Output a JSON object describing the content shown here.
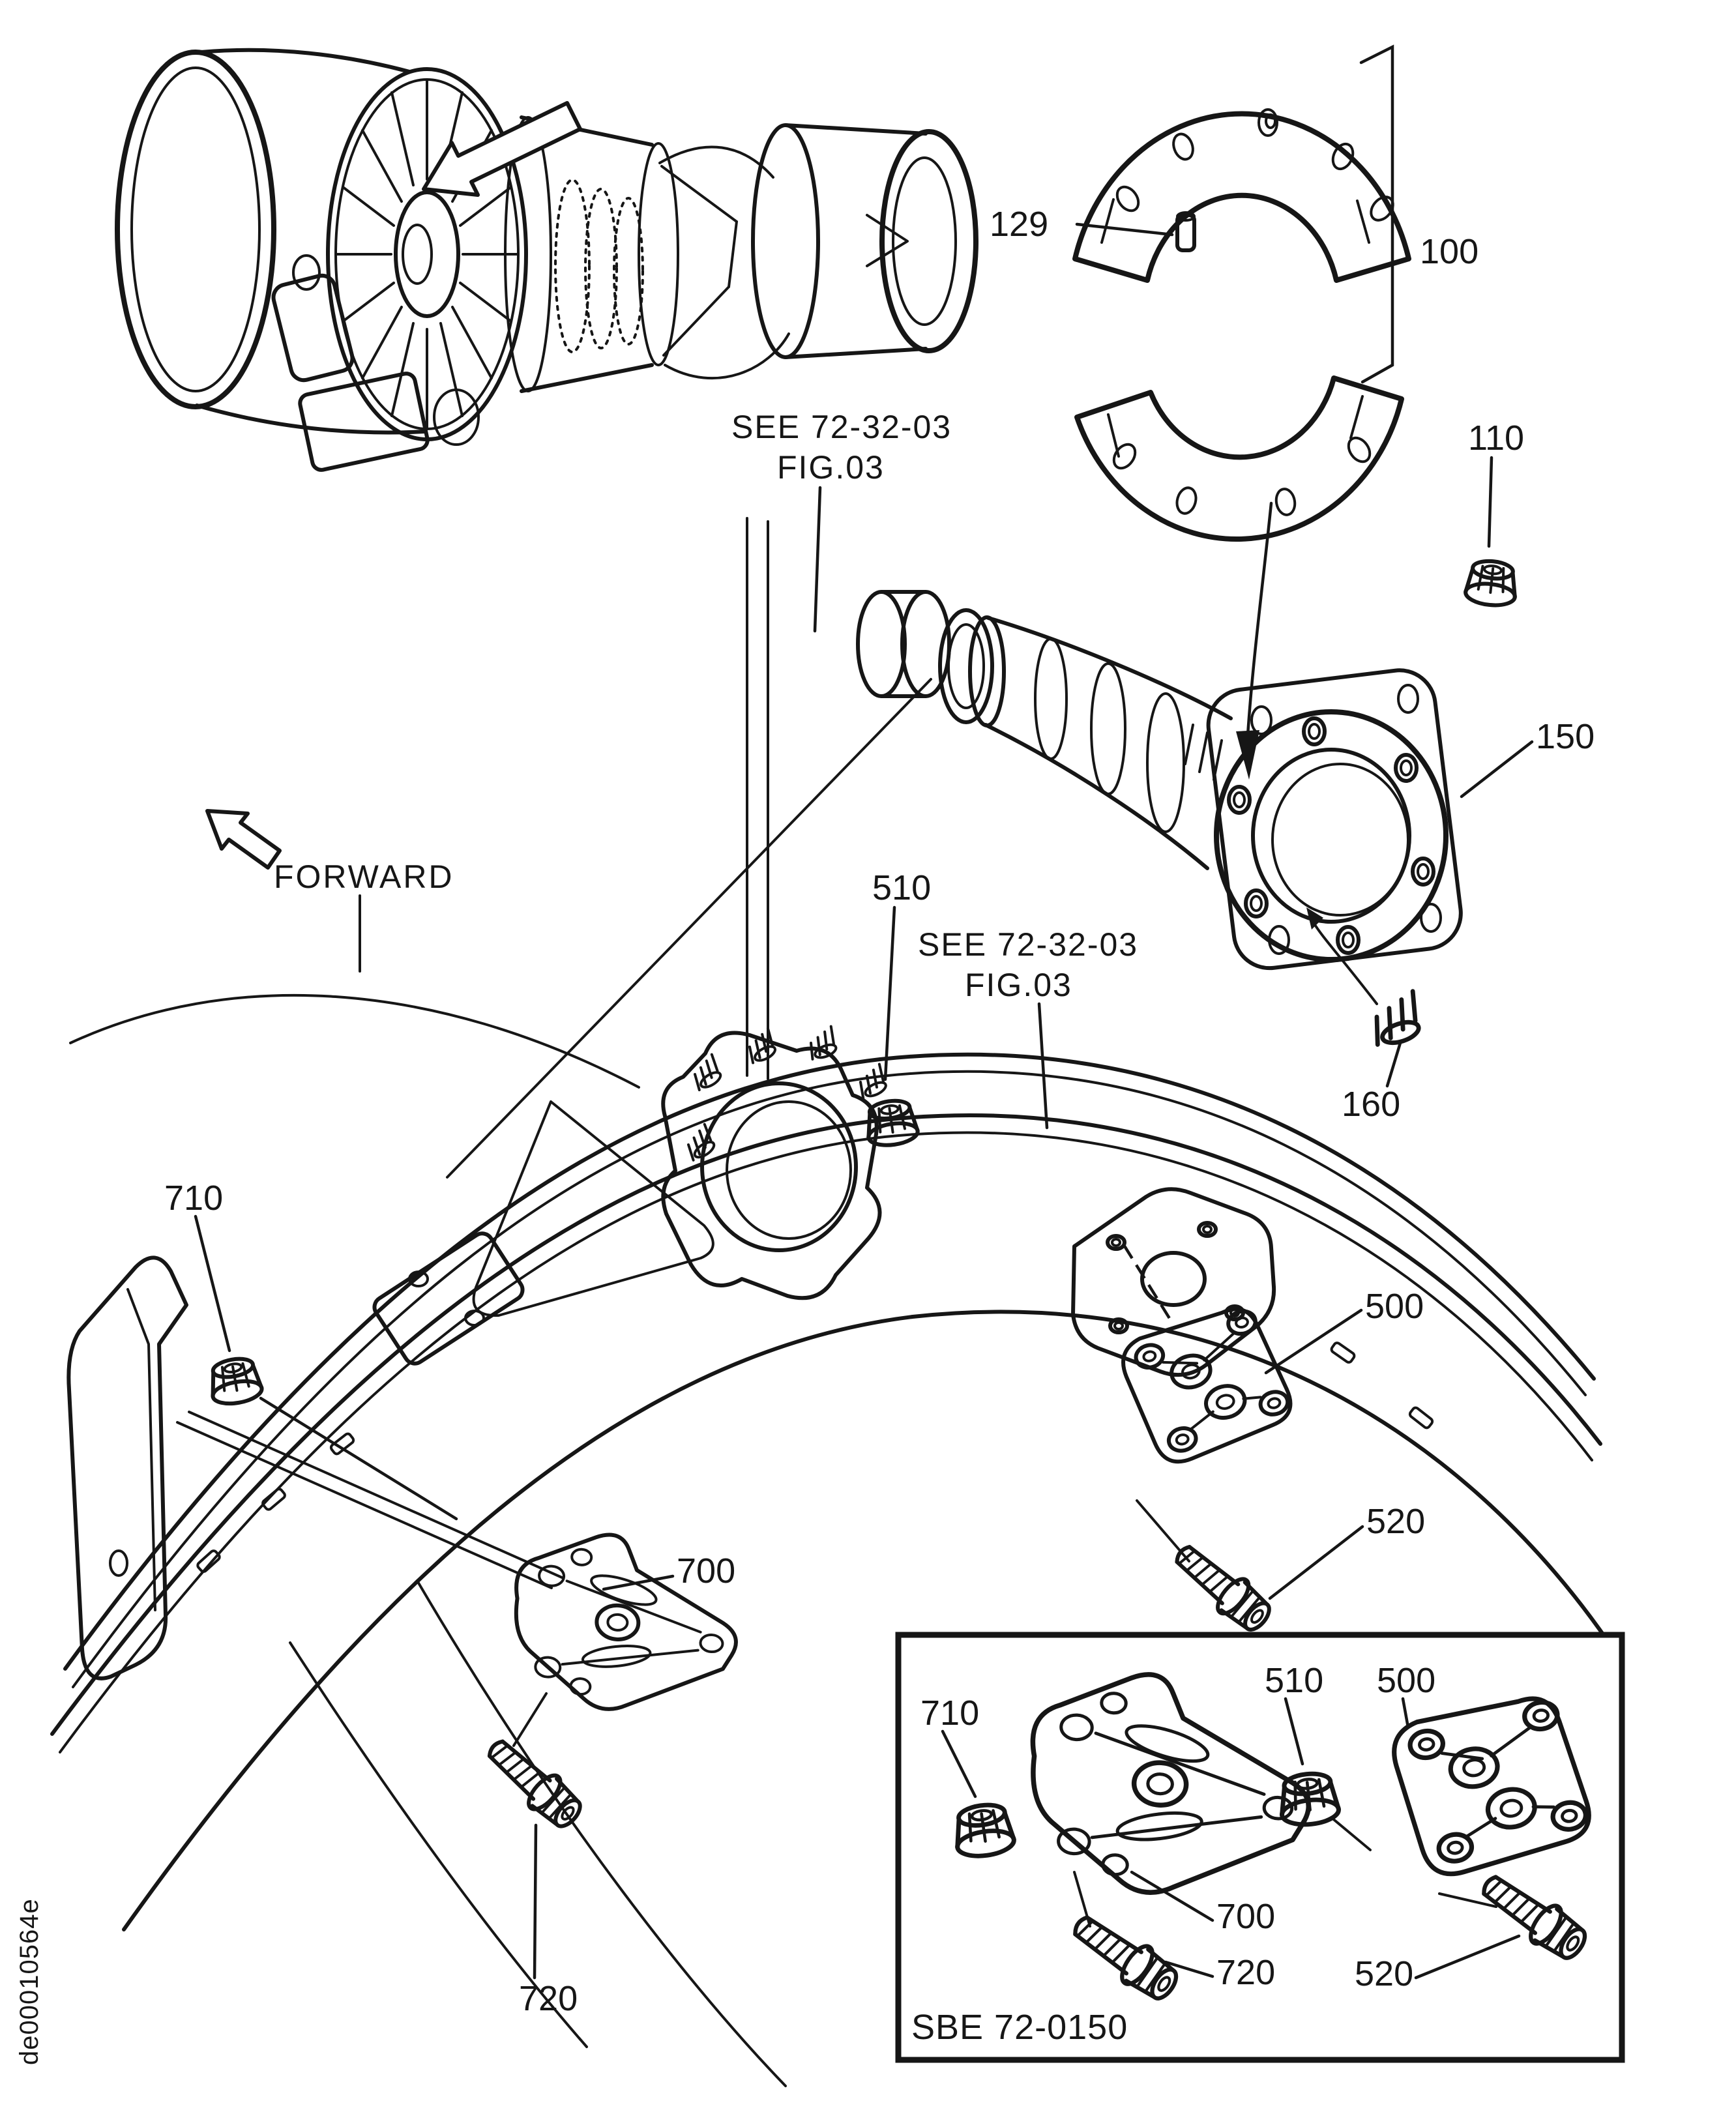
{
  "page": {
    "paper_color": "#ffffff",
    "ink_color": "#161616"
  },
  "drawing_code_vertical": "de00010564e",
  "direction_label": "FORWARD",
  "references": {
    "top": {
      "line1": "SEE 72-32-03",
      "line2": "FIG.03"
    },
    "mid": {
      "line1": "SEE 72-32-03",
      "line2": "FIG.03"
    }
  },
  "callouts": {
    "c100": "100",
    "c110": "110",
    "c129": "129",
    "c150": "150",
    "c160": "160",
    "c500": "500",
    "c510": "510",
    "c520": "520",
    "c700": "700",
    "c710": "710",
    "c720": "720"
  },
  "inset": {
    "caption": "SBE 72-0150",
    "callouts": {
      "c500": "500",
      "c510": "510",
      "c520": "520",
      "c700": "700",
      "c710": "710",
      "c720": "720"
    }
  }
}
